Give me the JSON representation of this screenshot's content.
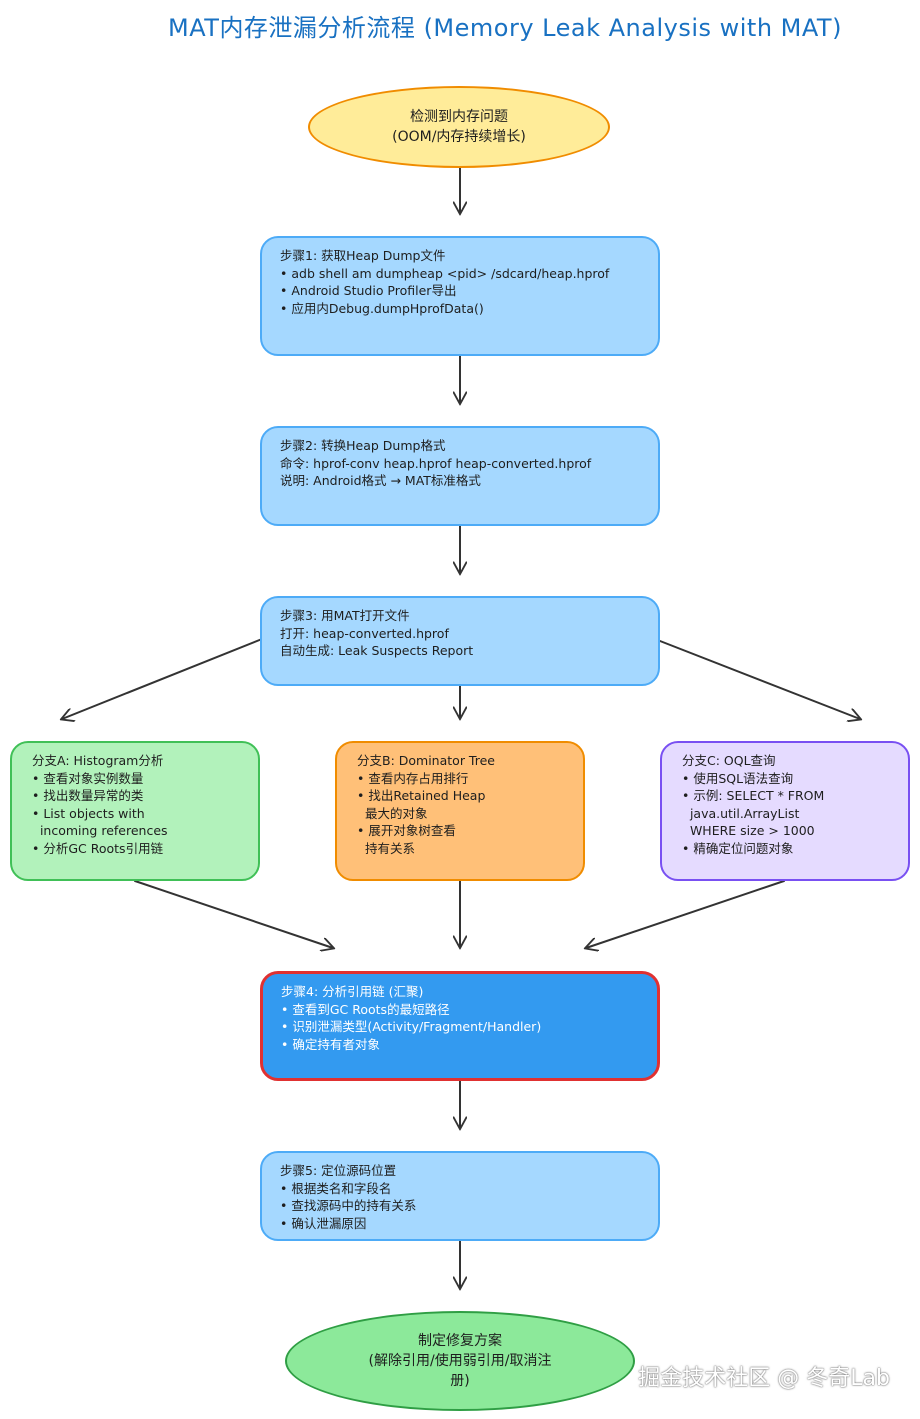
{
  "title": "MAT内存泄漏分析流程 (Memory Leak Analysis with MAT)",
  "colors": {
    "title": "#1971c2",
    "step_fill": "#a5d8ff",
    "step_stroke": "#4dabf7",
    "branch_a_fill": "#b2f2bb",
    "branch_b_fill": "#ffc078",
    "branch_c_fill": "#e5dbff",
    "focus_fill": "#339af0",
    "focus_stroke": "#e03131",
    "start_fill": "#ffec99",
    "end_fill": "#8ce99a",
    "arrow": "#333333"
  },
  "start": {
    "line1": "检测到内存问题",
    "line2": "(OOM/内存持续增长)"
  },
  "step1": {
    "heading": "步骤1: 获取Heap Dump文件",
    "items": [
      "• adb shell am dumpheap <pid> /sdcard/heap.hprof",
      "• Android Studio Profiler导出",
      "• 应用内Debug.dumpHprofData()"
    ]
  },
  "step2": {
    "heading": "步骤2: 转换Heap Dump格式",
    "items": [
      "命令: hprof-conv heap.hprof heap-converted.hprof",
      "说明: Android格式 → MAT标准格式"
    ]
  },
  "step3": {
    "heading": "步骤3: 用MAT打开文件",
    "items": [
      "打开: heap-converted.hprof",
      "自动生成: Leak Suspects Report"
    ]
  },
  "branch_a": {
    "heading": "分支A: Histogram分析",
    "items": [
      "• 查看对象实例数量",
      "• 找出数量异常的类",
      "• List objects with",
      "  incoming references",
      "• 分析GC Roots引用链"
    ]
  },
  "branch_b": {
    "heading": "分支B: Dominator Tree",
    "items": [
      "• 查看内存占用排行",
      "• 找出Retained Heap",
      "  最大的对象",
      "• 展开对象树查看",
      "  持有关系"
    ]
  },
  "branch_c": {
    "heading": "分支C: OQL查询",
    "items": [
      "• 使用SQL语法查询",
      "• 示例: SELECT * FROM",
      "  java.util.ArrayList",
      "  WHERE size > 1000",
      "• 精确定位问题对象"
    ]
  },
  "step4": {
    "heading": "步骤4: 分析引用链 (汇聚)",
    "items": [
      "• 查看到GC Roots的最短路径",
      "• 识别泄漏类型(Activity/Fragment/Handler)",
      "• 确定持有者对象"
    ]
  },
  "step5": {
    "heading": "步骤5: 定位源码位置",
    "items": [
      "• 根据类名和字段名",
      "• 查找源码中的持有关系",
      "• 确认泄漏原因"
    ]
  },
  "end": {
    "line1": "制定修复方案",
    "line2": "(解除引用/使用弱引用/取消注",
    "line3": "册)"
  },
  "watermark": "掘金技术社区 @ 冬奇Lab"
}
